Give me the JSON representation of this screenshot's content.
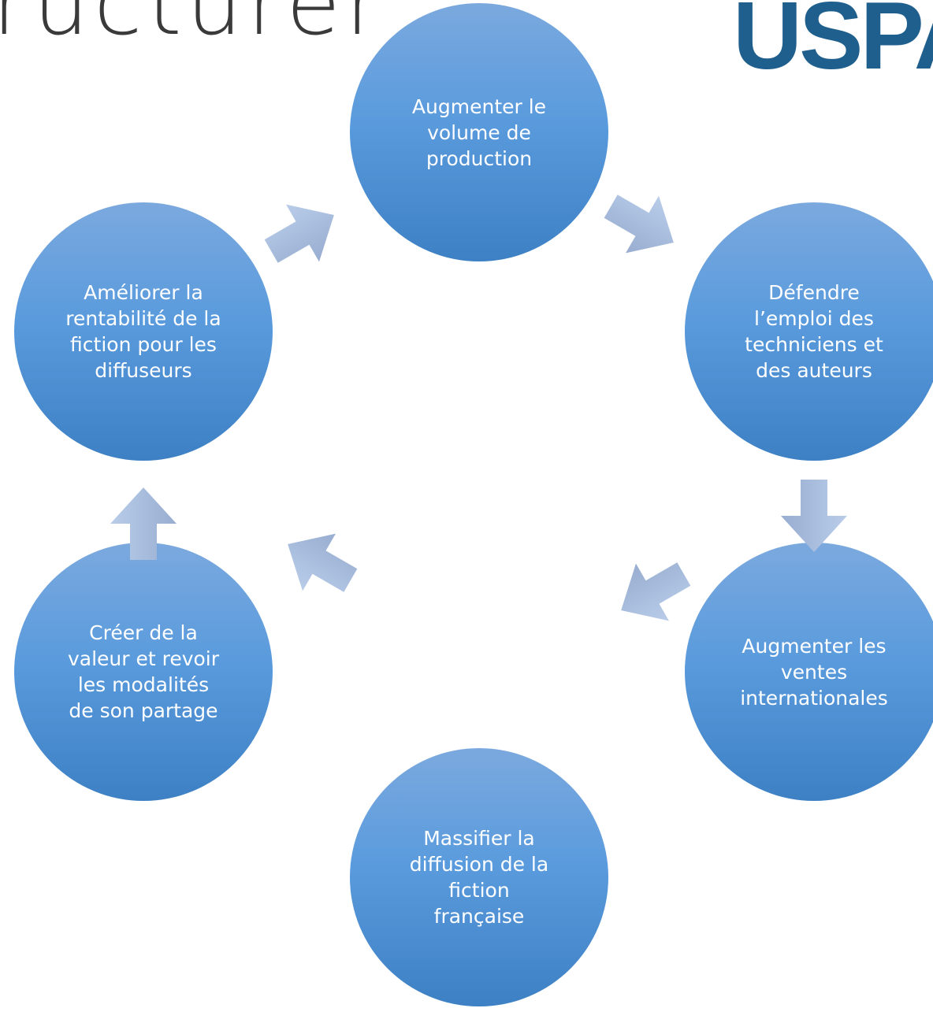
{
  "header": {
    "title": "ructurer",
    "logo_text": "USPA"
  },
  "colors": {
    "node_top": "#7ba9de",
    "node_bottom": "#3d80c4",
    "arrow_top": "#b9cdea",
    "arrow_bottom": "#98add0"
  },
  "cycle": {
    "nodes": [
      {
        "id": "augmenter-volume",
        "label": "Augmenter le\nvolume de\nproduction"
      },
      {
        "id": "defendre-emploi",
        "label": "Défendre\nl’emploi des\ntechniciens et\ndes auteurs"
      },
      {
        "id": "augmenter-ventes",
        "label": "Augmenter les\nventes\ninternationales"
      },
      {
        "id": "massifier-diffusion",
        "label": "Massifier la\ndiffusion de la\nfiction\nfrançaise"
      },
      {
        "id": "creer-valeur",
        "label": "Créer de la\nvaleur et revoir\nles modalités\nde son partage"
      },
      {
        "id": "ameliorer-rentabilite",
        "label": "Améliorer la\nrentabilité de la\nfiction pour les\ndiffuseurs"
      }
    ],
    "arrows": [
      {
        "direction": "clockwise"
      },
      {
        "direction": "clockwise"
      },
      {
        "direction": "clockwise"
      },
      {
        "direction": "clockwise"
      },
      {
        "direction": "clockwise"
      },
      {
        "direction": "clockwise"
      }
    ]
  }
}
